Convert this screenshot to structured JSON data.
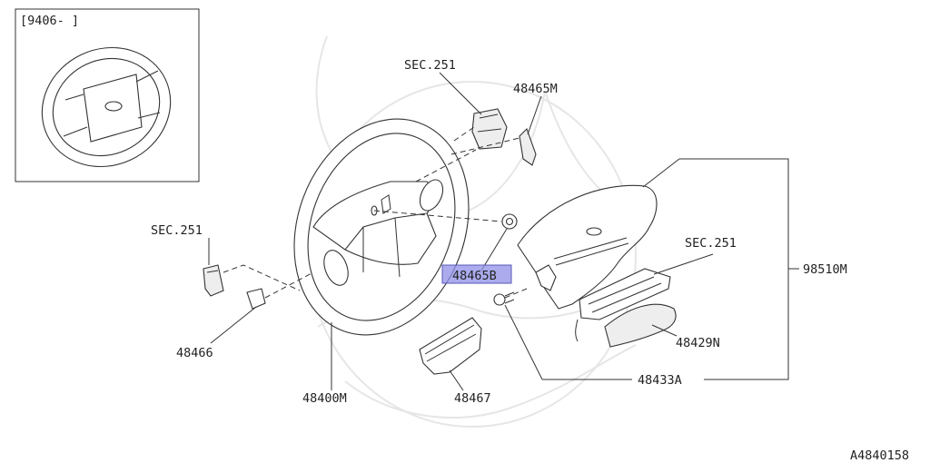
{
  "inset": {
    "date_range": "[9406-     ]"
  },
  "labels": {
    "sec251_top": "SEC.251",
    "p48465m": "48465M",
    "sec251_left": "SEC.251",
    "p48465b": "48465B",
    "sec251_right": "SEC.251",
    "p98510m": "98510M",
    "p48466": "48466",
    "p48429n": "48429N",
    "p48433a": "48433A",
    "p48400m": "48400M",
    "p48467": "48467"
  },
  "diagram_id": "A4840158",
  "colors": {
    "line": "#333333",
    "highlight_fill": "#8f8fe8",
    "highlight_stroke": "#5a5ab8"
  }
}
